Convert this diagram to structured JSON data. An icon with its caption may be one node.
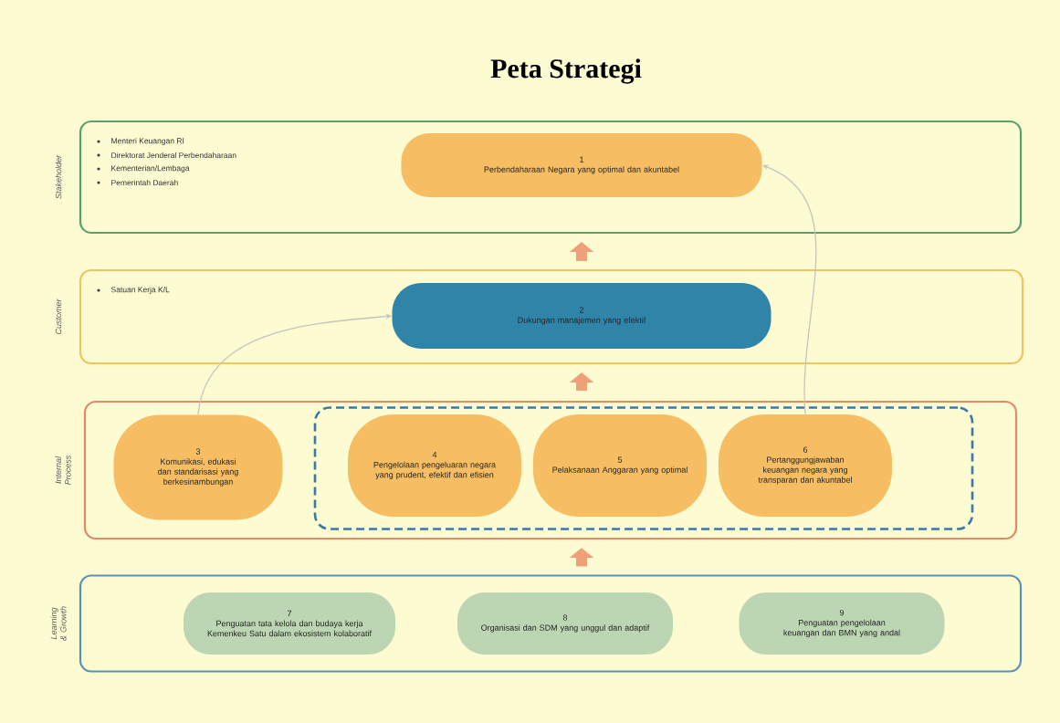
{
  "diagram": {
    "title": "Peta Strategi",
    "nodes": [
      {
        "text": [
          "Stakeholder",
          "Menteri Keuangan RI",
          "Direktorat Jenderal Perbendaharaan",
          "Kementerian/Lembaga",
          "Pemerintah Daerah"
        ]
      },
      {
        "text": [
          "1",
          "Perbendaharaan Negara yang optimal dan akuntabel"
        ],
        "in": 0
      },
      {
        "text": [
          "Customer",
          "Satuan Kerja K/L"
        ]
      },
      {
        "text": [
          "2",
          "Dukungan manajemen yang efektif"
        ],
        "in": 2
      },
      {
        "text": [
          "Internal Process"
        ]
      },
      {
        "text": [
          "3",
          "Komunikasi, edukasi dan standarisasi yang berkesinambungan"
        ],
        "in": 4
      },
      {
        "text": [],
        "shape": "box",
        "in": 4
      },
      {
        "text": [
          "4",
          "Pengelolaan pengeluaran negara yang prudent, efektif dan efisien"
        ],
        "in": 6
      },
      {
        "text": [
          "5",
          "Pelaksanaan Anggaran yang optimal"
        ],
        "in": 6
      },
      {
        "text": [
          "6",
          "Pertanggungjawaban keuangan negara yang transparan dan akuntabel"
        ],
        "in": 6
      },
      {
        "text": [
          "Learning & Growth"
        ]
      },
      {
        "text": [
          "7",
          "Penguatan tata kelola dan budaya kerja Kemenkeu Satu dalam ekosistem kolaboratif"
        ],
        "in": 10
      },
      {
        "text": [
          "8",
          "Organisasi dan SDM yang unggul dan adaptif"
        ],
        "in": 10
      },
      {
        "text": [
          "9",
          "Penguatan pengelolaan keuangan dan BMN yang andal"
        ],
        "in": 10
      }
    ],
    "edges": [
      {
        "from": 2,
        "to": 0,
        "arrow": "to"
      },
      {
        "from": 4,
        "to": 2,
        "arrow": "to"
      },
      {
        "from": 10,
        "to": 4,
        "arrow": "to"
      },
      {
        "from": 5,
        "to": 3,
        "arrow": "to",
        "color": "#c4c4c0"
      },
      {
        "from": 9,
        "to": 1,
        "arrow": "to",
        "color": "#c4c4c0"
      }
    ]
  }
}
